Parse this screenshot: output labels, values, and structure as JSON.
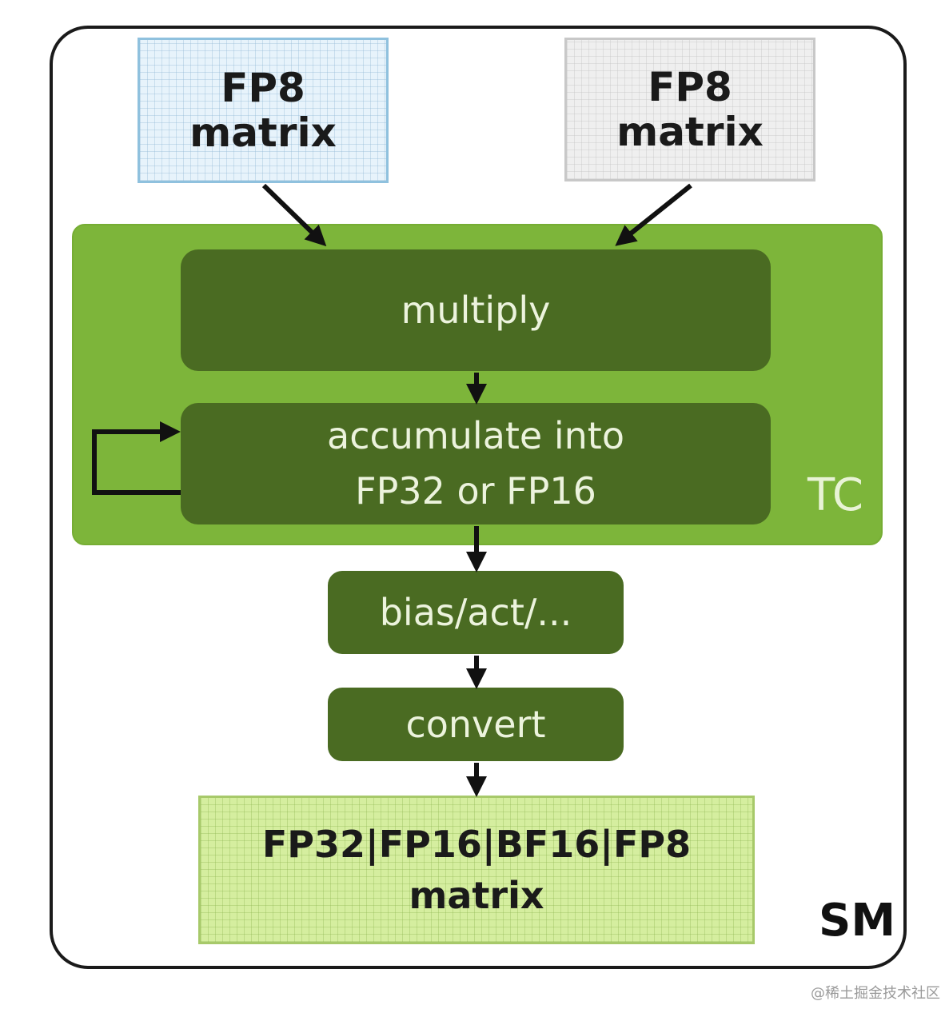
{
  "input_a": {
    "line1": "FP8",
    "line2": "matrix"
  },
  "input_b": {
    "line1": "FP8",
    "line2": "matrix"
  },
  "tensor_core": {
    "label": "TC",
    "multiply": "multiply",
    "accumulate_line1": "accumulate into",
    "accumulate_line2": "FP32 or FP16"
  },
  "post_ops": {
    "bias": "bias/act/...",
    "convert": "convert"
  },
  "output": {
    "line1": "FP32|FP16|BF16|FP8",
    "line2": "matrix"
  },
  "sm_label": "SM",
  "watermark": "@稀土掘金技术社区",
  "colors": {
    "tc_green": "#7db53a",
    "dark_green": "#4a6b22",
    "output_green": "#d5ee9f",
    "input_blue": "#e7f3fb",
    "input_gray": "#efefef"
  }
}
